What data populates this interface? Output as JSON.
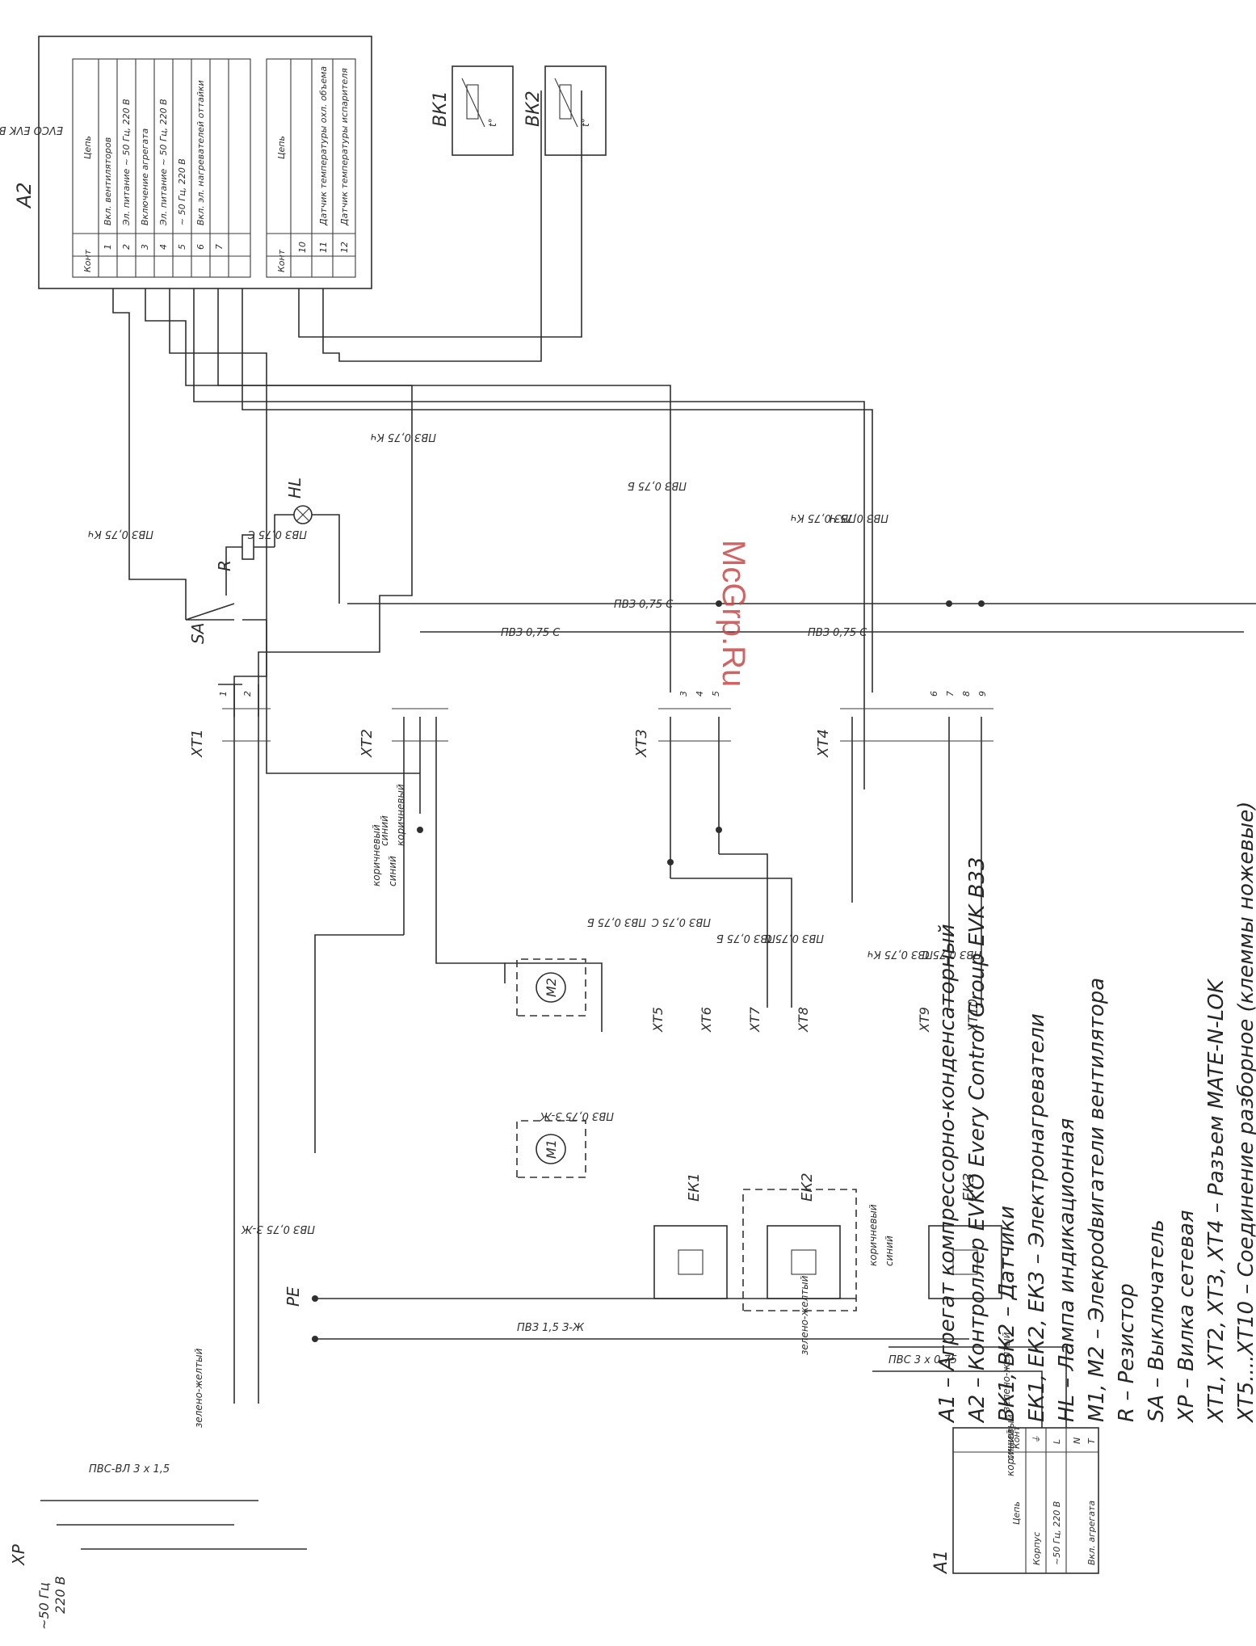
{
  "site_watermark": "McGrp.Ru",
  "a2": {
    "title": "A2",
    "model": "EVCO  EVK B33",
    "table1": {
      "header_contact": "Конт",
      "header_circuit": "Цепь",
      "rows": [
        {
          "n": "1",
          "label": "Вкл. вентиляторов"
        },
        {
          "n": "2",
          "label": "Эл. питание ~ 50 Гц, 220 В"
        },
        {
          "n": "3",
          "label": "Включение агрегата"
        },
        {
          "n": "4",
          "label": "Эл. питание ~ 50 Гц, 220 В"
        },
        {
          "n": "5",
          "label": "~ 50 Гц, 220 В"
        },
        {
          "n": "6",
          "label": "Вкл. эл. нагревателей оттайки"
        },
        {
          "n": "7",
          "label": ""
        }
      ]
    },
    "table2": {
      "header_contact": "Конт",
      "header_circuit": "Цепь",
      "rows": [
        {
          "n": "10",
          "label": ""
        },
        {
          "n": "11",
          "label": "Датчик температуры охл. объема"
        },
        {
          "n": "12",
          "label": "Датчик температуры испарителя"
        }
      ]
    }
  },
  "sensors": {
    "bk1": "ВК1",
    "bk2": "ВК2",
    "t_symbol": "t°"
  },
  "labels": {
    "wire_kch1": "ПВЗ 0,75 Кч",
    "wire_c1": "ПВЗ 0,75 С",
    "wire_kch2": "ПВЗ 0,75 Кч",
    "wire_b1": "ПВЗ 0,75 Б",
    "wire_kch3": "ПВЗ 0,75 Кч",
    "wire_ch": "ПВЗ 0,75 Ч",
    "wire_c2": "ПВЗ 0,75 С",
    "wire_c3": "ПВЗ 0,75 С",
    "wire_c4": "ПВЗ 0,75 С",
    "wire_b2": "ПВЗ 0,75 Б",
    "wire_c5": "ПВЗ 0,75 С",
    "wire_b3": "ПВЗ 0,75 Б",
    "wire_c6": "ПВЗ 0,75 С",
    "wire_kch4": "ПВЗ 0,75 Кч",
    "wire_c7": "ПВЗ 0,75 С",
    "wire_zzh1": "ПВЗ 0,75 З-Ж",
    "wire_zzh2": "ПВЗ 0,75 З-Ж",
    "wire_pe": "ПВЗ 1,5 З-Ж",
    "wire_pvs": "ПВС 3 х 0,75",
    "wire_pvs_vl": "ПВС-ВЛ 3 х 1,5",
    "r": "R",
    "hl": "HL",
    "sa": "SA",
    "m1": "M1",
    "m2": "M2",
    "ek1": "ЕК1",
    "ek2": "ЕК2",
    "ek3": "ЕК3",
    "pe": "PE",
    "xp": "XP",
    "mains": "~50 Гц",
    "mains_v": "220 В",
    "xt1": "XT1",
    "xt2": "XT2",
    "xt3": "XT3",
    "xt4": "XT4",
    "xt5": "XT5",
    "xt6": "XT6",
    "xt7": "XT7",
    "xt8": "XT8",
    "xt9": "XT9",
    "xt10": "XT10",
    "blue": "синий",
    "brown": "коричневый",
    "blue2": "синий",
    "brown2": "коричневый",
    "blue3": "синий",
    "brown3": "коричневый",
    "blue4": "синий",
    "brown4": "коричневый",
    "greenyellow": "зелено-желтый",
    "greenyellow2": "зелено-желтый",
    "greenyellow3": "зелено-желтый",
    "n1": "1",
    "n2": "2",
    "n3": "3",
    "n4": "4",
    "n5": "5",
    "n6": "6",
    "n7": "7",
    "n8": "8",
    "n9": "9"
  },
  "a1": {
    "title": "A1",
    "header_circuit": "Цепь",
    "header_contact": "Конт",
    "rows": [
      {
        "label": "Корпус",
        "contact": "⏚"
      },
      {
        "label": "~50 Гц, 220 В",
        "contact": "L"
      },
      {
        "label": "",
        "contact": "N"
      },
      {
        "label": "Вкл. агрегата",
        "contact": "T"
      }
    ]
  },
  "legend": [
    "А1 – Агрегат компрессорно-конденсаторный",
    "А2 – Контроллер EVKO Every Control Group EVK B33",
    "ВК1, ВК2 – Датчики",
    "ЕК1, ЕК2, ЕК3 – Электронагреватели",
    "HL – Лампа индикационная",
    "М1, М2 – Элекрodвигатели вентилятора",
    "R – Резистор",
    "SA – Выключатель",
    "ХР – Вилка сетевая",
    "ХТ1, ХТ2, ХТ3, ХТ4 – Разъем MATE-N-LOK",
    "ХТ5....ХТ10 – Соединение разборное (клеммы ножевые)"
  ]
}
